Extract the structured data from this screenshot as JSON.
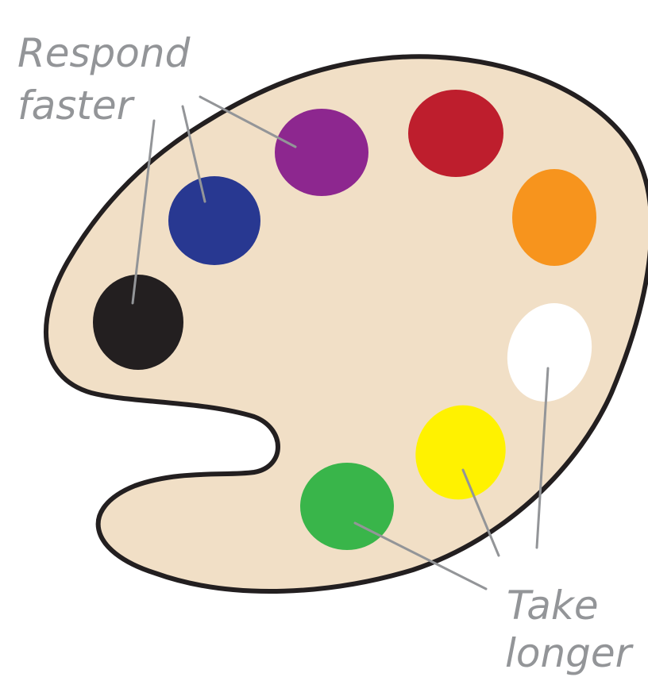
{
  "labels": {
    "top_line1": "Respond",
    "top_line2": "faster",
    "bottom_line1": "Take",
    "bottom_line2": "longer"
  },
  "colors": {
    "palette_fill": "#F1DFC6",
    "palette_outline": "#231F20",
    "leader_line": "#939598",
    "label_text": "#939598",
    "black_paint": "#231F20",
    "blue_paint": "#283891",
    "purple_paint": "#8D278F",
    "red_paint": "#BE1E2D",
    "orange_paint": "#F7941D",
    "white_paint": "#FFFFFF",
    "yellow_paint": "#FFF200",
    "green_paint": "#39B54A"
  }
}
